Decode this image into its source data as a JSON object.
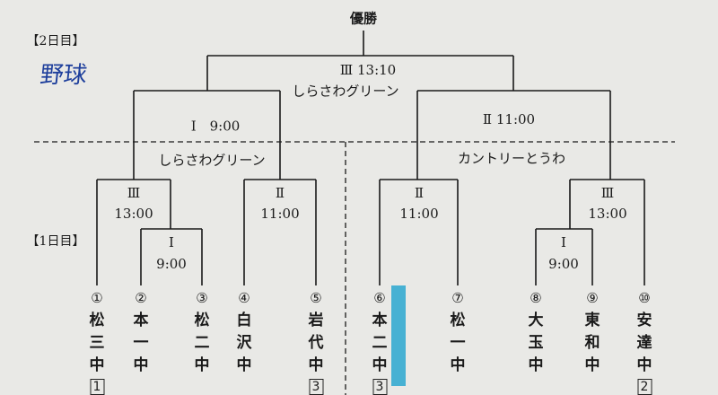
{
  "title": "優勝",
  "day2_label": "【2日目】",
  "day1_label": "【1日目】",
  "handwritten_note": "野球",
  "final": {
    "round": "Ⅲ 13:10",
    "venue": "しらさわグリーン"
  },
  "left_semi": {
    "round": "Ⅰ　9:00",
    "venue": "しらさわグリーン"
  },
  "right_semi": {
    "round": "Ⅱ 11:00",
    "venue": "カントリーとうわ"
  },
  "day1_games": [
    {
      "round": "Ⅲ",
      "time": "13:00"
    },
    {
      "round": "Ⅰ",
      "time": "9:00"
    },
    {
      "round": "Ⅱ",
      "time": "11:00"
    },
    {
      "round": "Ⅱ",
      "time": "11:00"
    },
    {
      "round": "Ⅲ",
      "time": "13:00"
    },
    {
      "round": "Ⅰ",
      "time": "9:00"
    }
  ],
  "teams": [
    {
      "num": "①",
      "c1": "松",
      "c2": "三",
      "c3": "中",
      "seed": "1"
    },
    {
      "num": "②",
      "c1": "本",
      "c2": "一",
      "c3": "中",
      "seed": ""
    },
    {
      "num": "③",
      "c1": "松",
      "c2": "二",
      "c3": "中",
      "seed": ""
    },
    {
      "num": "④",
      "c1": "白",
      "c2": "沢",
      "c3": "中",
      "seed": ""
    },
    {
      "num": "⑤",
      "c1": "岩",
      "c2": "代",
      "c3": "中",
      "seed": "3"
    },
    {
      "num": "⑥",
      "c1": "本",
      "c2": "二",
      "c3": "中",
      "seed": "3"
    },
    {
      "num": "⑦",
      "c1": "松",
      "c2": "一",
      "c3": "中",
      "seed": ""
    },
    {
      "num": "⑧",
      "c1": "大",
      "c2": "玉",
      "c3": "中",
      "seed": ""
    },
    {
      "num": "⑨",
      "c1": "東",
      "c2": "和",
      "c3": "中",
      "seed": ""
    },
    {
      "num": "⑩",
      "c1": "安",
      "c2": "達",
      "c3": "中",
      "seed": "2"
    }
  ]
}
